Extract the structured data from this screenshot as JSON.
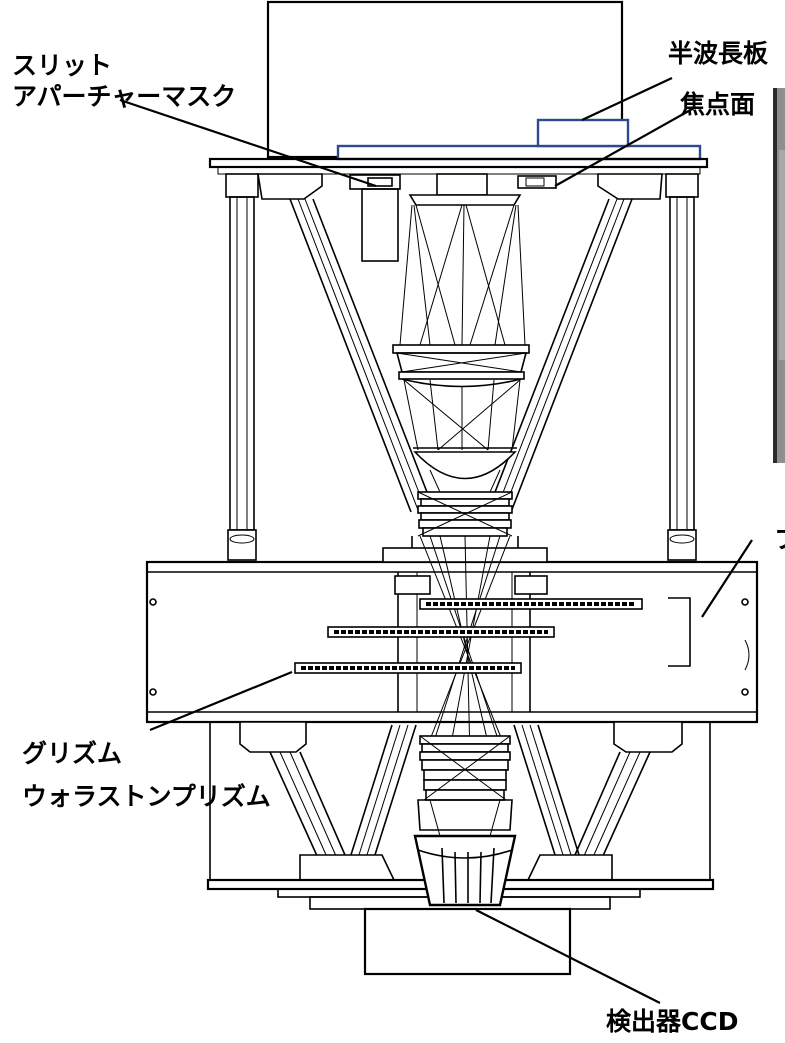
{
  "labels": {
    "slit_line1": "スリット",
    "slit_line2": "アパーチャーマスク",
    "half_wave_plate": "半波長板",
    "focal_plane": "焦点面",
    "grism": "グリズム",
    "wollaston_prism": "ウォラストンプリズム",
    "detector_ccd": "検出器CCD",
    "cropped_label": "フ"
  },
  "colors": {
    "line": "#000000",
    "highlight": "#2d4a8c",
    "background": "#ffffff"
  }
}
